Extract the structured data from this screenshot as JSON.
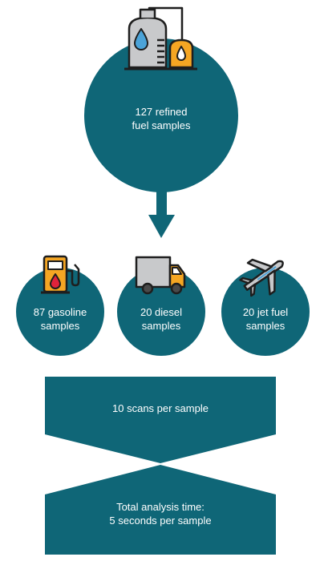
{
  "colors": {
    "teal": "#0f6677",
    "icon_gray": "#c8c9cb",
    "icon_orange": "#f5a623",
    "icon_blue": "#4ba3d8",
    "icon_red": "#e0233b",
    "outline": "#1e1e1e"
  },
  "top": {
    "icon": "refinery-tanks-icon",
    "line1": "127 refined",
    "line2": "fuel samples"
  },
  "categories": [
    {
      "icon": "fuel-pump-icon",
      "line1": "87 gasoline",
      "line2": "samples"
    },
    {
      "icon": "truck-icon",
      "line1": "20 diesel",
      "line2": "samples"
    },
    {
      "icon": "airplane-icon",
      "line1": "20 jet fuel",
      "line2": "samples"
    }
  ],
  "step1": {
    "line1": "10 scans per sample"
  },
  "step2": {
    "line1": "Total analysis time:",
    "line2": "5 seconds per sample"
  }
}
